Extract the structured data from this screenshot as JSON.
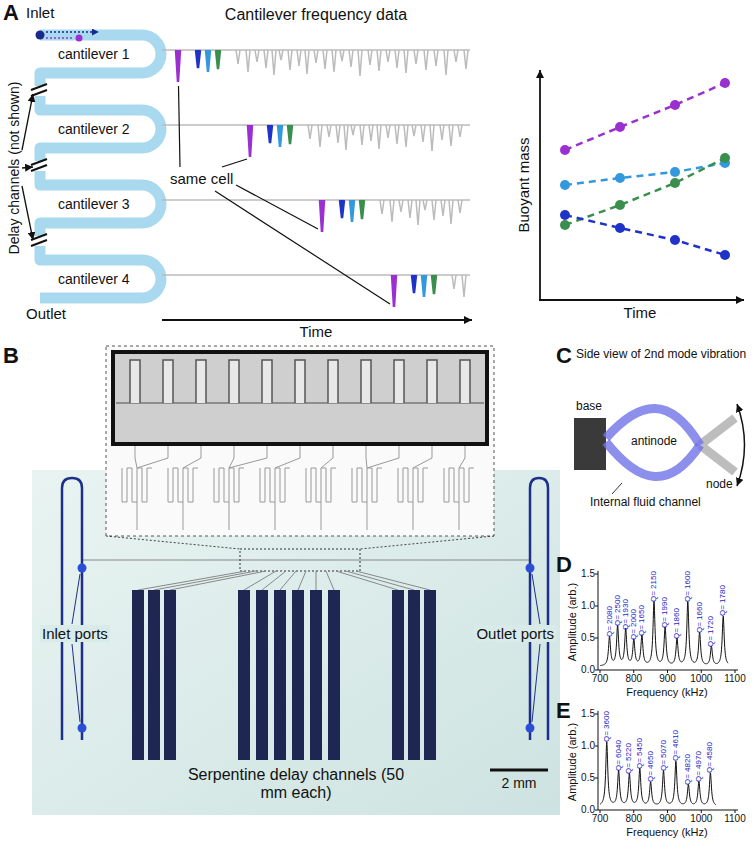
{
  "diagram": {
    "labels": [
      "A",
      "Inlet",
      "cantilever 1",
      "cantilever 2",
      "cantilever 3",
      "cantilever 4",
      "Outlet",
      "Delay channels (not shown)",
      "Cantilever frequency data",
      "same cell",
      "Time",
      "Buoyant mass",
      "Time",
      "B",
      "Inlet ports",
      "Outlet ports",
      "Serpentine delay channels (50 mm each)",
      "2 mm",
      "C",
      "Side view of 2nd mode vibration",
      "base",
      "antinode",
      "node",
      "Internal fluid channel",
      "D",
      "Amplitude (arb.)",
      "0.0",
      "0.5",
      "1.0",
      "1.5",
      "700",
      "800",
      "900",
      "1000",
      "1100",
      "Frequency (kHz)",
      "Q= 2080",
      "Q= 2500",
      "Q= 1930",
      "Q= 2000",
      "Q= 1650",
      "Q= 2150",
      "Q= 1990",
      "Q= 1860",
      "Q= 1600",
      "Q= 1660",
      "Q= 1720",
      "Q= 1780",
      "E",
      "Amplitude (arb.)",
      "0.0",
      "0.5",
      "1.0",
      "1.5",
      "700",
      "800",
      "900",
      "1000",
      "1100",
      "Frequency (kHz)",
      "Q= 3600",
      "Q= 6040",
      "Q= 5220",
      "Q= 5450",
      "Q= 4650",
      "Q= 5070",
      "Q= 4610",
      "Q= 4820",
      "Q= 4970",
      "Q= 4580"
    ]
  }
}
